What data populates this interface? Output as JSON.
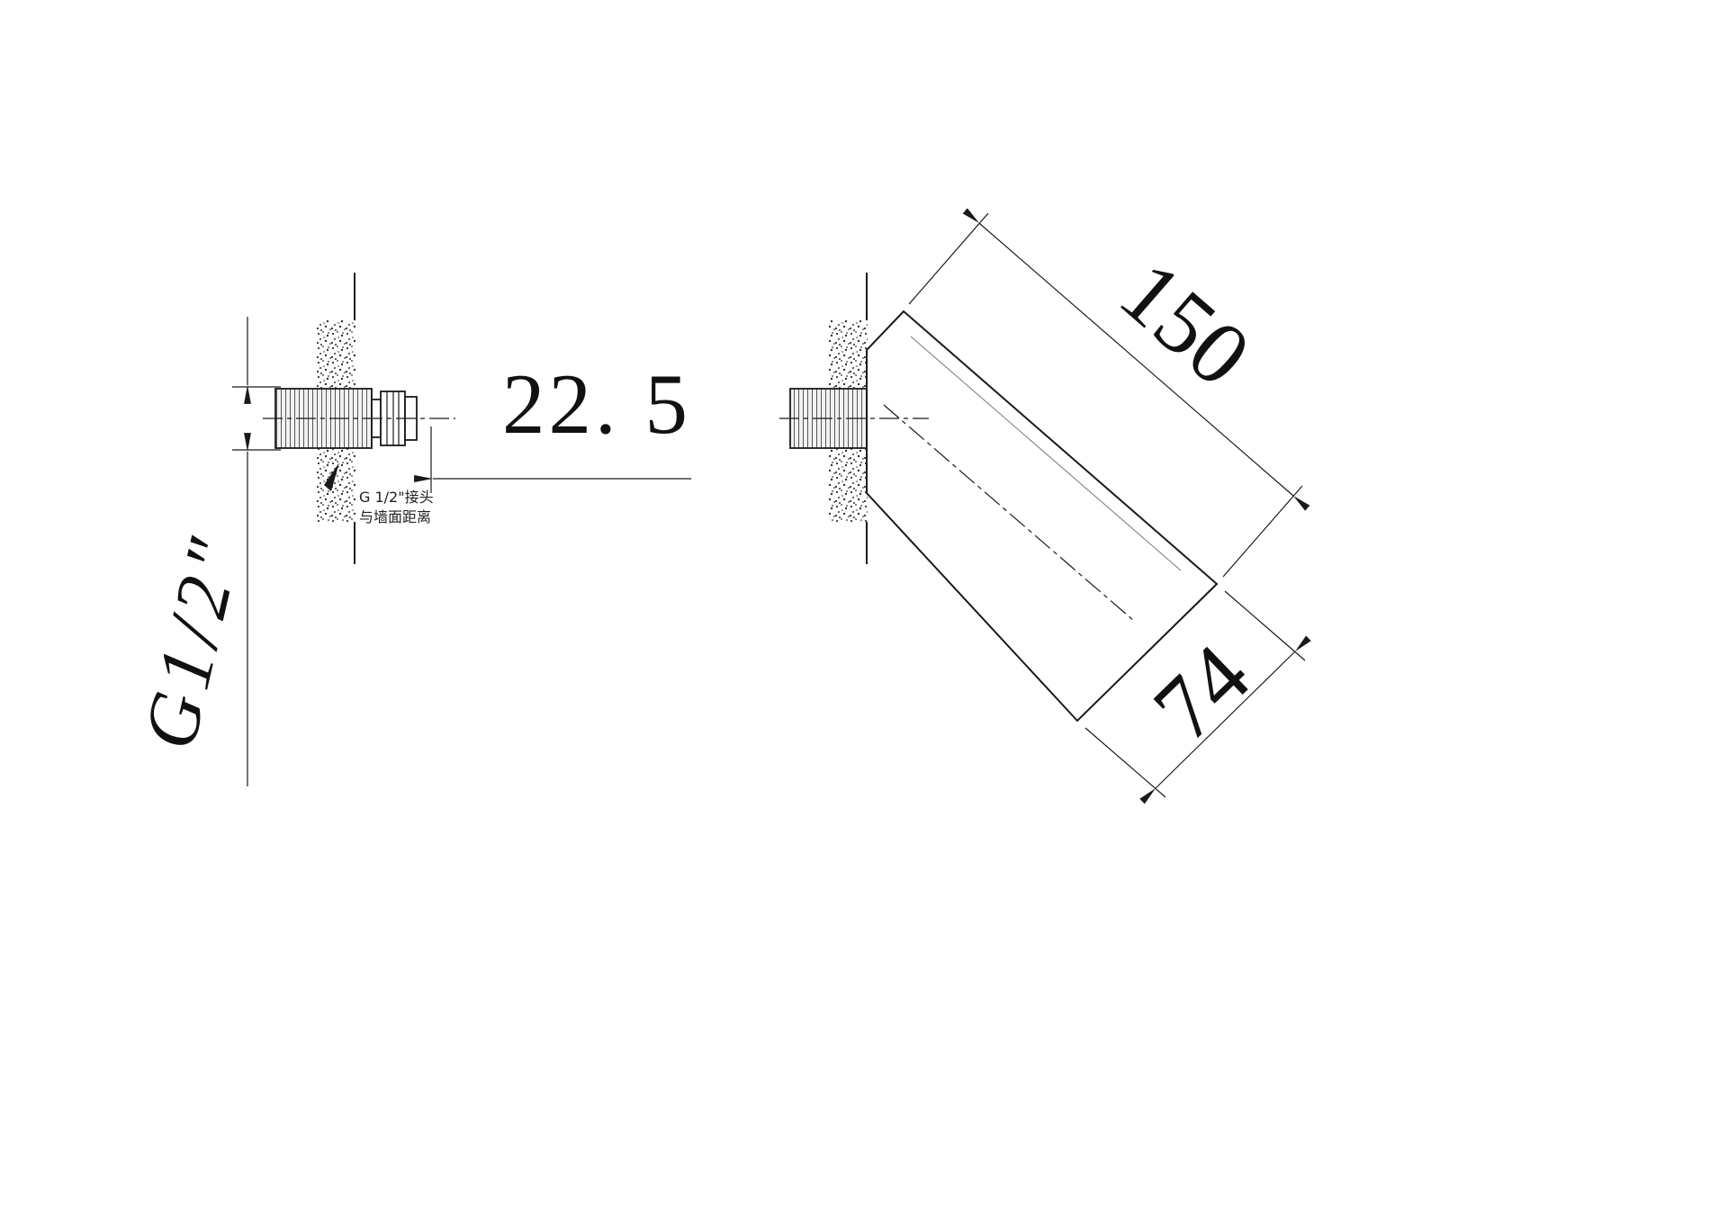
{
  "colors": {
    "background": "#ffffff",
    "ink": "#1a1a1a"
  },
  "labels": {
    "wall_clearance": "22. 5",
    "thread_size": "G1/2″",
    "note_line1": "G 1/2\"接头",
    "note_line2": "与墙面距离",
    "spout_length": "150",
    "spout_width": "74"
  }
}
